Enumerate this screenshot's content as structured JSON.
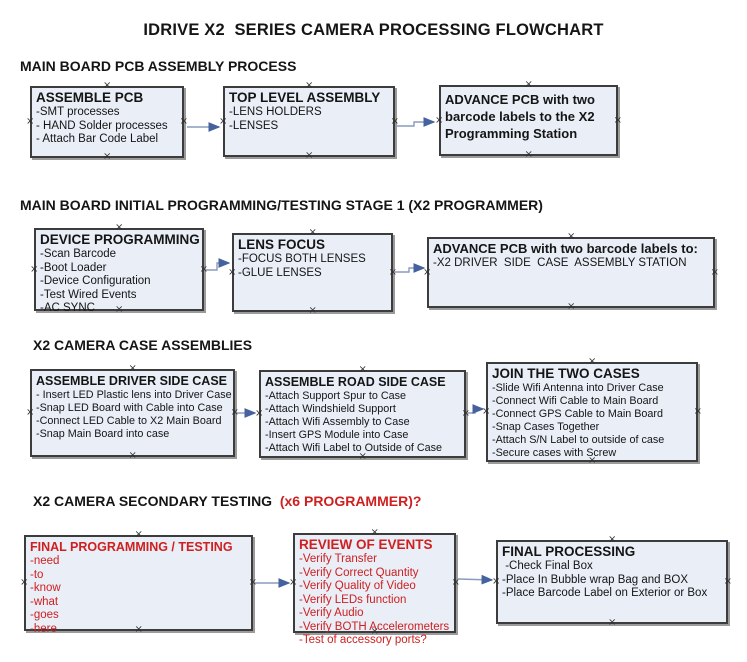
{
  "title": "IDRIVE X2  SERIES CAMERA PROCESSING FLOWCHART",
  "colors": {
    "box_fill": "#e9eef7",
    "box_border": "#3c3c3c",
    "red_text": "#cf2020",
    "connector_line": "#8a9bbd",
    "connector_arrowhead": "#45619e"
  },
  "sections": {
    "s1": {
      "header": "MAIN BOARD PCB ASSEMBLY PROCESS"
    },
    "s2": {
      "header": "MAIN BOARD INITIAL PROGRAMMING/TESTING STAGE 1 (X2 PROGRAMMER)"
    },
    "s3": {
      "header": "X2 CAMERA CASE ASSEMBLIES"
    },
    "s4": {
      "header": "X2 CAMERA SECONDARY TESTING  ",
      "header_red": "(x6 PROGRAMMER)?"
    }
  },
  "boxes": {
    "assemble_pcb": {
      "title": "ASSEMBLE PCB",
      "items": [
        "-SMT processes",
        "- HAND Solder processes",
        "- Attach Bar Code Label"
      ]
    },
    "top_level_assembly": {
      "title": "TOP LEVEL ASSEMBLY",
      "items": [
        "-LENS HOLDERS",
        "-LENSES"
      ]
    },
    "advance_pcb_to_programming": {
      "title": "ADVANCE PCB with two barcode labels to the  X2 Programming Station",
      "items": []
    },
    "device_programming": {
      "title": "DEVICE PROGRAMMING",
      "items": [
        "-Scan Barcode",
        "-Boot Loader",
        "-Device Configuration",
        "-Test Wired Events",
        "-AC SYNC"
      ]
    },
    "lens_focus": {
      "title": "LENS FOCUS",
      "items": [
        "-FOCUS BOTH LENSES",
        "-GLUE LENSES"
      ]
    },
    "advance_pcb_to_driver_station": {
      "title": "ADVANCE PCB with two barcode labels to:",
      "items": [
        "-X2 DRIVER  SIDE  CASE  ASSEMBLY STATION"
      ]
    },
    "assemble_driver_side_case": {
      "title": "ASSEMBLE DRIVER SIDE CASE",
      "items": [
        "- Insert LED Plastic lens into Driver Case",
        "-Snap LED Board with Cable into Case",
        "-Connect LED Cable to X2 Main Board",
        "-Snap Main Board into case"
      ]
    },
    "assemble_road_side_case": {
      "title": "ASSEMBLE ROAD SIDE CASE",
      "items": [
        "-Attach Support Spur to Case",
        "-Attach Windshield Support",
        "-Attach Wifi Assembly to Case",
        "-Insert GPS Module into Case",
        "-Attach Wifi Label to Outside of Case"
      ]
    },
    "join_the_two_cases": {
      "title": "JOIN THE TWO CASES",
      "items": [
        "-Slide Wifi Antenna into Driver Case",
        "-Connect Wifi Cable to Main Board",
        "-Connect GPS Cable to Main Board",
        "-Snap Cases Together",
        "-Attach S/N Label to outside of case",
        "-Secure cases with Screw"
      ]
    },
    "final_programming_testing": {
      "title": "FINAL PROGRAMMING / TESTING",
      "items": [
        "-need",
        "-to",
        "-know",
        "-what",
        "-goes",
        "-here"
      ]
    },
    "review_of_events": {
      "title": "REVIEW OF EVENTS",
      "items": [
        "-Verify Transfer",
        "-Verify Correct Quantity",
        "-Verify Quality of Video",
        "-Verify LEDs function",
        "-Verify Audio",
        "-Verify BOTH Accelerometers",
        "-Test of accessory ports?"
      ]
    },
    "final_processing": {
      "title": "FINAL PROCESSING",
      "items": [
        " -Check Final Box",
        "-Place In Bubble wrap Bag and BOX",
        "-Place Barcode Label on Exterior or Box"
      ]
    }
  },
  "connections": [
    {
      "from": "assemble_pcb",
      "to": "top_level_assembly"
    },
    {
      "from": "top_level_assembly",
      "to": "advance_pcb_to_programming"
    },
    {
      "from": "device_programming",
      "to": "lens_focus"
    },
    {
      "from": "lens_focus",
      "to": "advance_pcb_to_driver_station"
    },
    {
      "from": "assemble_driver_side_case",
      "to": "assemble_road_side_case"
    },
    {
      "from": "assemble_road_side_case",
      "to": "join_the_two_cases"
    },
    {
      "from": "final_programming_testing",
      "to": "review_of_events"
    },
    {
      "from": "review_of_events",
      "to": "final_processing"
    }
  ]
}
